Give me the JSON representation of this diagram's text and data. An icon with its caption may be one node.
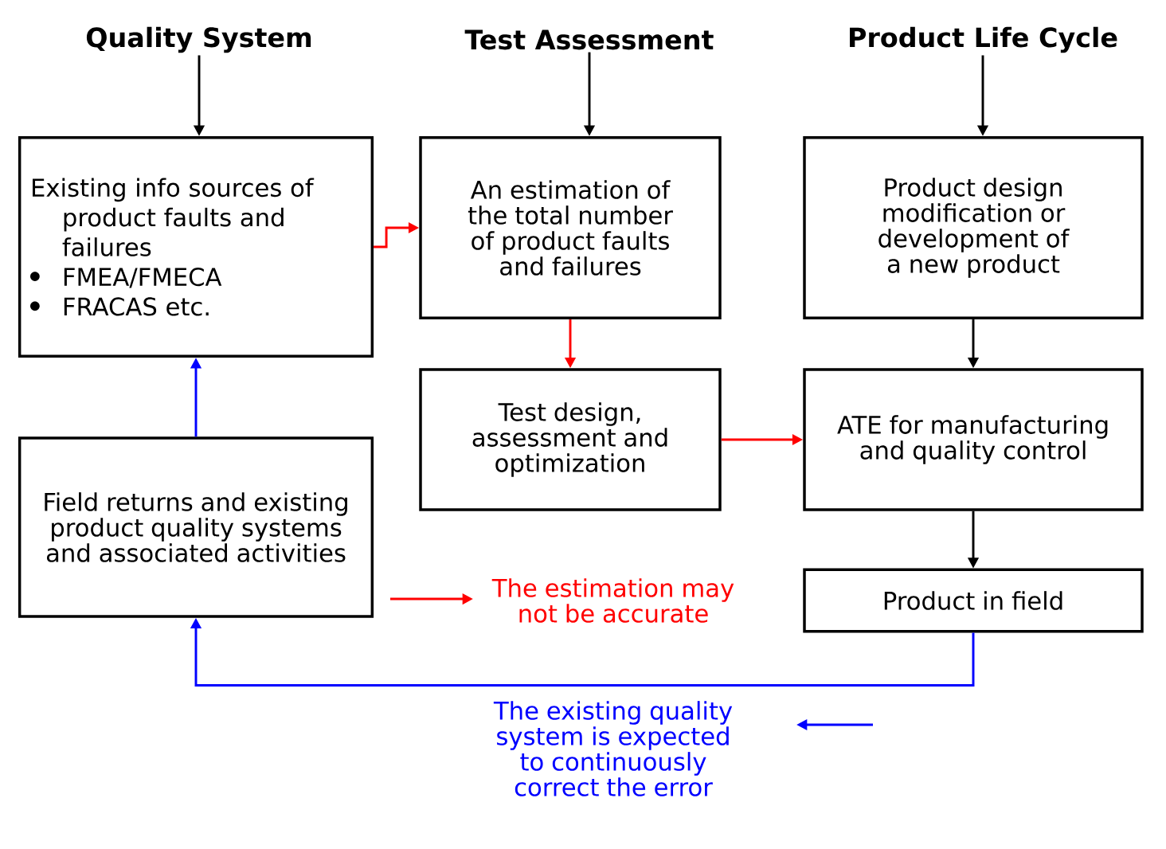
{
  "diagram": {
    "nodes": [
      {
        "text": [
          "Quality System"
        ]
      },
      {
        "text": [
          "Test Assessment"
        ]
      },
      {
        "text": [
          "Product Life Cycle"
        ]
      },
      {
        "text": [
          "Existing info sources of product faults and failures",
          "FMEA/FMECA",
          "FRACAS etc."
        ]
      },
      {
        "text": [
          "An estimation of the total number of product faults and failures"
        ]
      },
      {
        "text": [
          "Product design modification or development of a new product"
        ]
      },
      {
        "text": [
          "Field returns and existing product quality systems and associated activities"
        ]
      },
      {
        "text": [
          "Test design, assessment and optimization"
        ]
      },
      {
        "text": [
          "ATE for manufacturing and quality control"
        ]
      },
      {
        "text": [
          "Product in field"
        ]
      }
    ],
    "edges": [
      {
        "from": 0,
        "to": 3,
        "arrow": "to"
      },
      {
        "from": 1,
        "to": 4,
        "arrow": "to"
      },
      {
        "from": 2,
        "to": 5,
        "arrow": "to"
      },
      {
        "from": 3,
        "to": 4,
        "arrow": "to",
        "color": "#ff0000"
      },
      {
        "from": 4,
        "to": 7,
        "arrow": "to",
        "color": "#ff0000"
      },
      {
        "from": 7,
        "to": 8,
        "arrow": "to",
        "color": "#ff0000"
      },
      {
        "from": 5,
        "to": 8,
        "arrow": "to"
      },
      {
        "from": 8,
        "to": 9,
        "arrow": "to"
      },
      {
        "from": 6,
        "to": 3,
        "arrow": "to",
        "color": "#0000ff"
      },
      {
        "from": 9,
        "to": 6,
        "arrow": "to",
        "color": "#0000ff"
      }
    ],
    "legend": [
      {
        "text": "The estimation may not be accurate"
      },
      {
        "text": "The existing quality system is expected to continuously correct the error"
      }
    ]
  }
}
